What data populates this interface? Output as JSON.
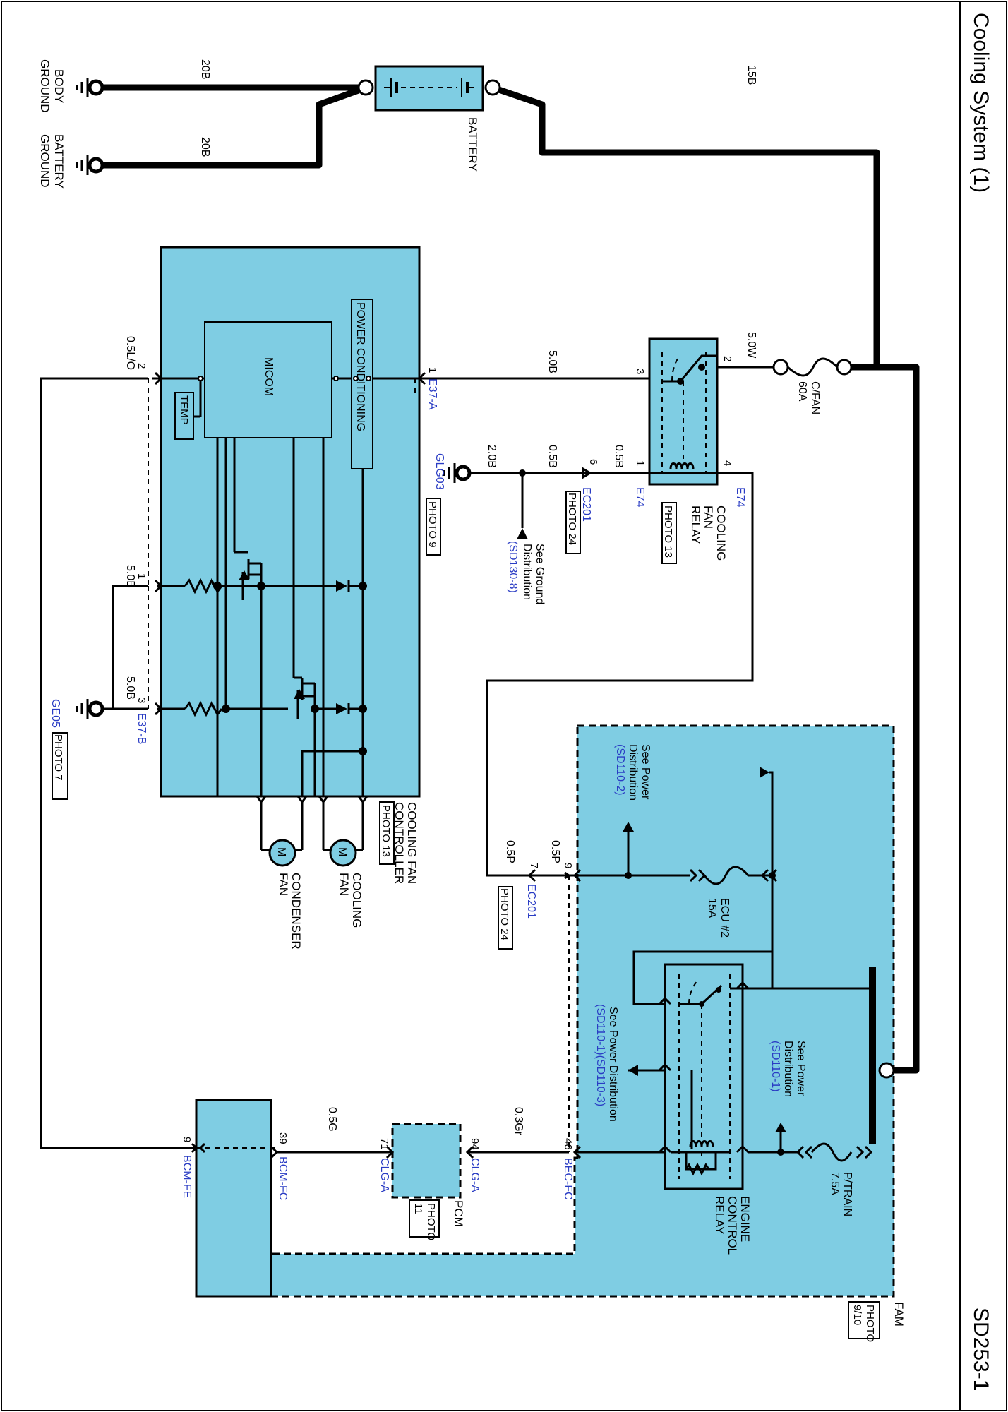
{
  "header": {
    "title": "Cooling System (1)",
    "code": "SD253-1"
  },
  "battery": {
    "label": "BATTERY",
    "body_ground": [
      "BODY",
      "GROUND"
    ],
    "battery_ground": [
      "BATTERY",
      "GROUND"
    ],
    "wire_body": "20B",
    "wire_battery_ground": "20B",
    "wire_main": "15B"
  },
  "fuse_cfan": {
    "name": "C/FAN",
    "rating": "60A",
    "wire_out": "5.0W"
  },
  "cooling_fan_relay": {
    "label": [
      "COOLING",
      "FAN",
      "RELAY"
    ],
    "photo": "PHOTO 13",
    "connector": "E74",
    "pins": {
      "p1": "1",
      "p2": "2",
      "p3": "3",
      "p4": "4"
    }
  },
  "wires": {
    "relay_to_controller": "5.0B",
    "relay_pin1": "0.5B",
    "ec201_to_ground": "0.5B",
    "glg03_wire": "2.0B",
    "controller_pin2": "0.5L/O",
    "controller_pin1": "5.0B",
    "controller_pin3": "5.0B",
    "ec201_pin9": "0.5P",
    "ec201_pin7": "0.5P",
    "bec_pin46": "0.3Gr",
    "pcm_pin71": "0.5G"
  },
  "ec201_top": {
    "connector": "EC201",
    "pin": "6",
    "photo": "PHOTO 24"
  },
  "ground_glg03": {
    "name": "GLG03",
    "photo": "PHOTO 9"
  },
  "ground_distribution": {
    "lines": [
      "See Ground",
      "Distribution"
    ],
    "ref": "(SD130-8)"
  },
  "cooling_fan_controller": {
    "label": [
      "COOLING FAN",
      "CONTROLLER"
    ],
    "photo": "PHOTO 13",
    "micom": "MICOM",
    "temp": "TEMP",
    "power_conditioning": "POWER CONDITIONING",
    "connector_a": "E37-A",
    "connector_b": "E37-B",
    "pins": {
      "p1a": "1",
      "p2": "2",
      "p1b": "1",
      "p3": "3"
    }
  },
  "ground_ge05": {
    "name": "GE05",
    "photo": "PHOTO 7"
  },
  "motors": {
    "cooling": {
      "symbol": "M",
      "label": [
        "COOLING",
        "FAN"
      ]
    },
    "condenser": {
      "symbol": "M",
      "label": [
        "CONDENSER",
        "FAN"
      ]
    }
  },
  "fam": {
    "label": "FAM",
    "photo": [
      "PHOTO",
      "9/10"
    ],
    "power_dist_1": {
      "lines": [
        "See Power",
        "Distribution"
      ],
      "ref": "(SD110-2)"
    },
    "power_dist_2": {
      "lines": [
        "See Power",
        "Distribution"
      ],
      "ref": "(SD110-1)"
    },
    "power_dist_3": {
      "lines": [
        "See Power Distribution"
      ],
      "ref": "(SD110-1)(SD110-3)"
    },
    "fuse_ecu": {
      "name": "ECU #2",
      "rating": "15A"
    },
    "fuse_ptrain": {
      "name": "P/TRAIN",
      "rating": "7.5A"
    },
    "engine_control_relay": [
      "ENGINE",
      "CONTROL",
      "RELAY"
    ]
  },
  "ec201_bottom": {
    "connector": "EC201",
    "pin9": "9",
    "pin7": "7",
    "photo": "PHOTO 24"
  },
  "bec_fc": {
    "connector": "BEC-FC",
    "pin": "46"
  },
  "pcm": {
    "label": "PCM",
    "photo": [
      "PHOTO",
      "11"
    ],
    "connector": "CLG-A",
    "pin94": "94",
    "pin71": "71"
  },
  "bcm": {
    "connector_fc": "BCM-FC",
    "pin39": "39",
    "connector_fe": "BCM-FE",
    "pin9": "9"
  }
}
